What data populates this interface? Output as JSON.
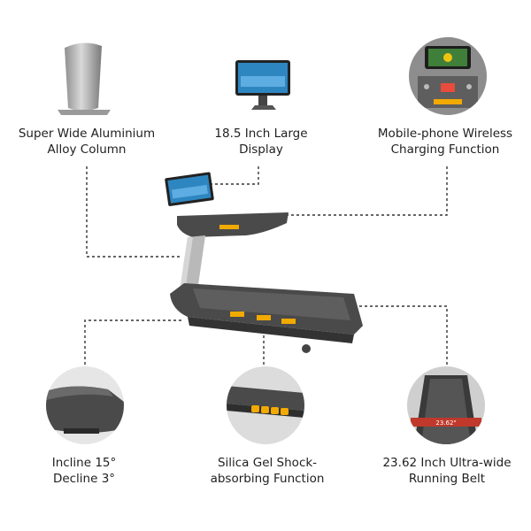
{
  "features": {
    "column": {
      "line1": "Super Wide Aluminium",
      "line2": "Alloy Column"
    },
    "display": {
      "line1": "18.5 Inch Large",
      "line2": "Display"
    },
    "charging": {
      "line1": "Mobile-phone Wireless",
      "line2": "Charging Function"
    },
    "incline": {
      "line1": "Incline 15°",
      "line2": "Decline 3°"
    },
    "shock": {
      "line1": "Silica Gel Shock-",
      "line2": "absorbing Function"
    },
    "belt": {
      "line1": "23.62 Inch Ultra-wide",
      "line2": "Running Belt",
      "badge": "23.62\""
    }
  },
  "icons": {
    "column": "aluminium-column-icon",
    "display": "display-screen-icon",
    "charging": "wireless-charging-console-icon",
    "incline": "incline-deck-closeup-icon",
    "shock": "shock-absorber-closeup-icon",
    "belt": "running-belt-closeup-icon",
    "product": "treadmill-image"
  },
  "colors": {
    "deck": "#4a4a4a",
    "frame": "#5b5b5b",
    "accent_yellow": "#f2a900",
    "belt_red": "#c0392b",
    "screen_blue": "#2e86c1",
    "column_silver": "#b9b9b9",
    "dashed_line": "#333333"
  }
}
